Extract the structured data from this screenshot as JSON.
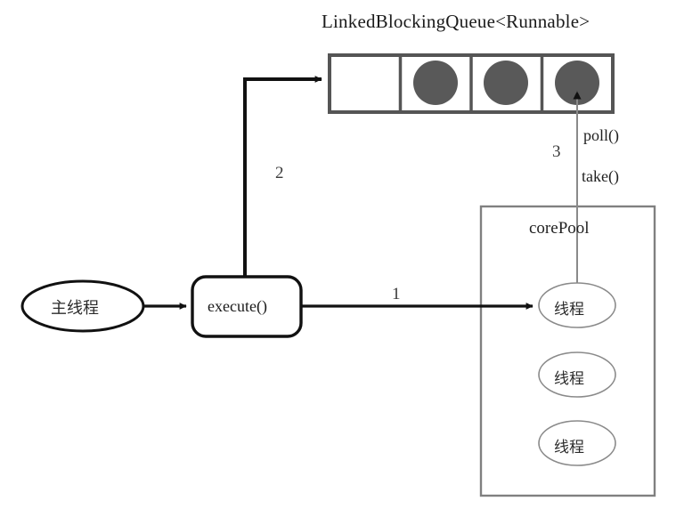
{
  "diagram": {
    "title": "LinkedBlockingQueue<Runnable>",
    "queue": {
      "name": "linked-blocking-queue",
      "cells": [
        {
          "filled": false,
          "label": ""
        },
        {
          "filled": true,
          "label": ""
        },
        {
          "filled": true,
          "label": ""
        },
        {
          "filled": true,
          "label": ""
        }
      ],
      "task_color": "#595959",
      "border_color": "#555555"
    },
    "nodes": {
      "main_thread": "主线程",
      "execute": "execute()",
      "core_pool": "corePool",
      "threads": [
        "线程",
        "线程",
        "线程"
      ]
    },
    "edge_labels": {
      "step1": "1",
      "step2": "2",
      "step3": "3",
      "poll": "poll()",
      "take": "take()"
    },
    "colors": {
      "stroke_bold": "#111111",
      "stroke_thin": "#777777",
      "task_fill": "#595959",
      "background": "#ffffff"
    }
  }
}
